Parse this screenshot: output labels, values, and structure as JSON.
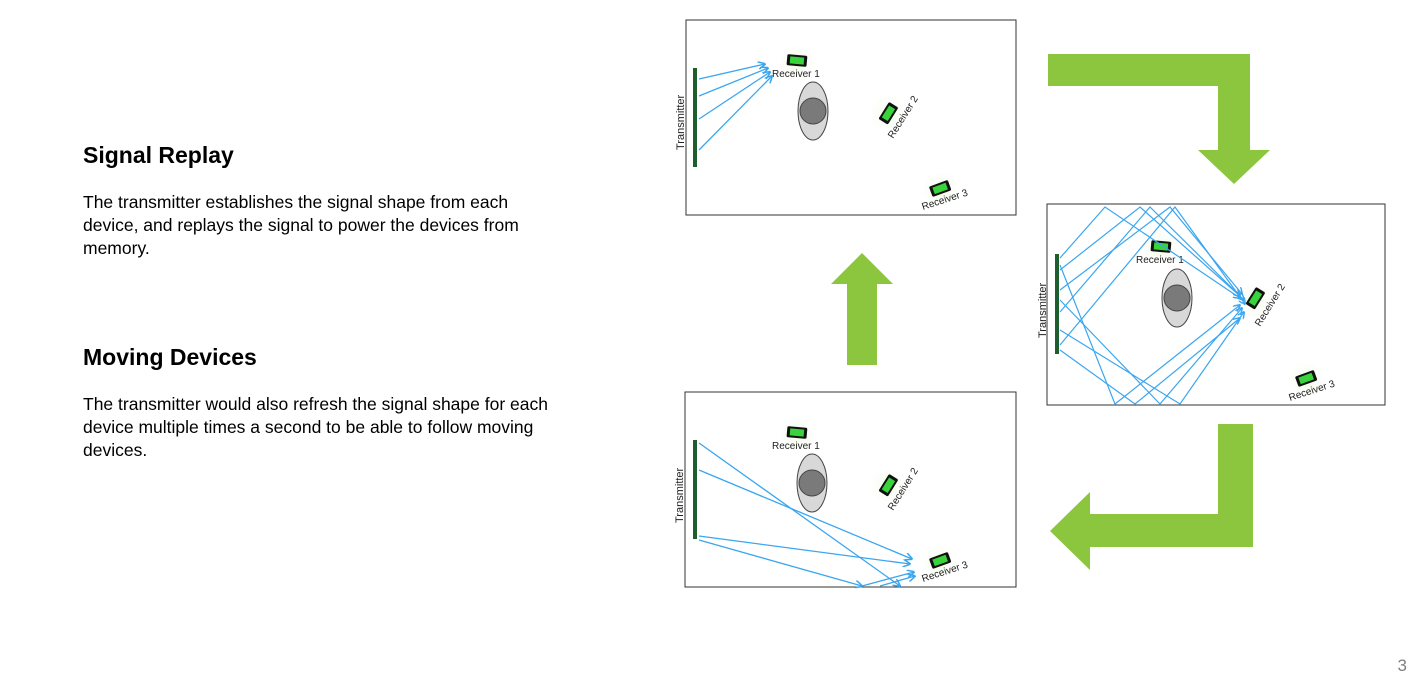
{
  "sections": [
    {
      "title": "Signal Replay",
      "body": "The transmitter establishes the signal shape from each device, and replays the signal to power the devices from memory."
    },
    {
      "title": "Moving Devices",
      "body": "The transmitter would also refresh the signal shape for each device multiple times a second to be able to follow moving devices."
    }
  ],
  "diagram": {
    "transmitter_label": "Transmitter",
    "receiver_labels": [
      "Receiver 1",
      "Receiver 2",
      "Receiver 3"
    ],
    "colors": {
      "arrow": "#8cc63f",
      "ray": "#3aa6f0",
      "transmitter": "#1e5e2e",
      "receiver_screen": "#39d43b"
    }
  },
  "page_number": "3"
}
